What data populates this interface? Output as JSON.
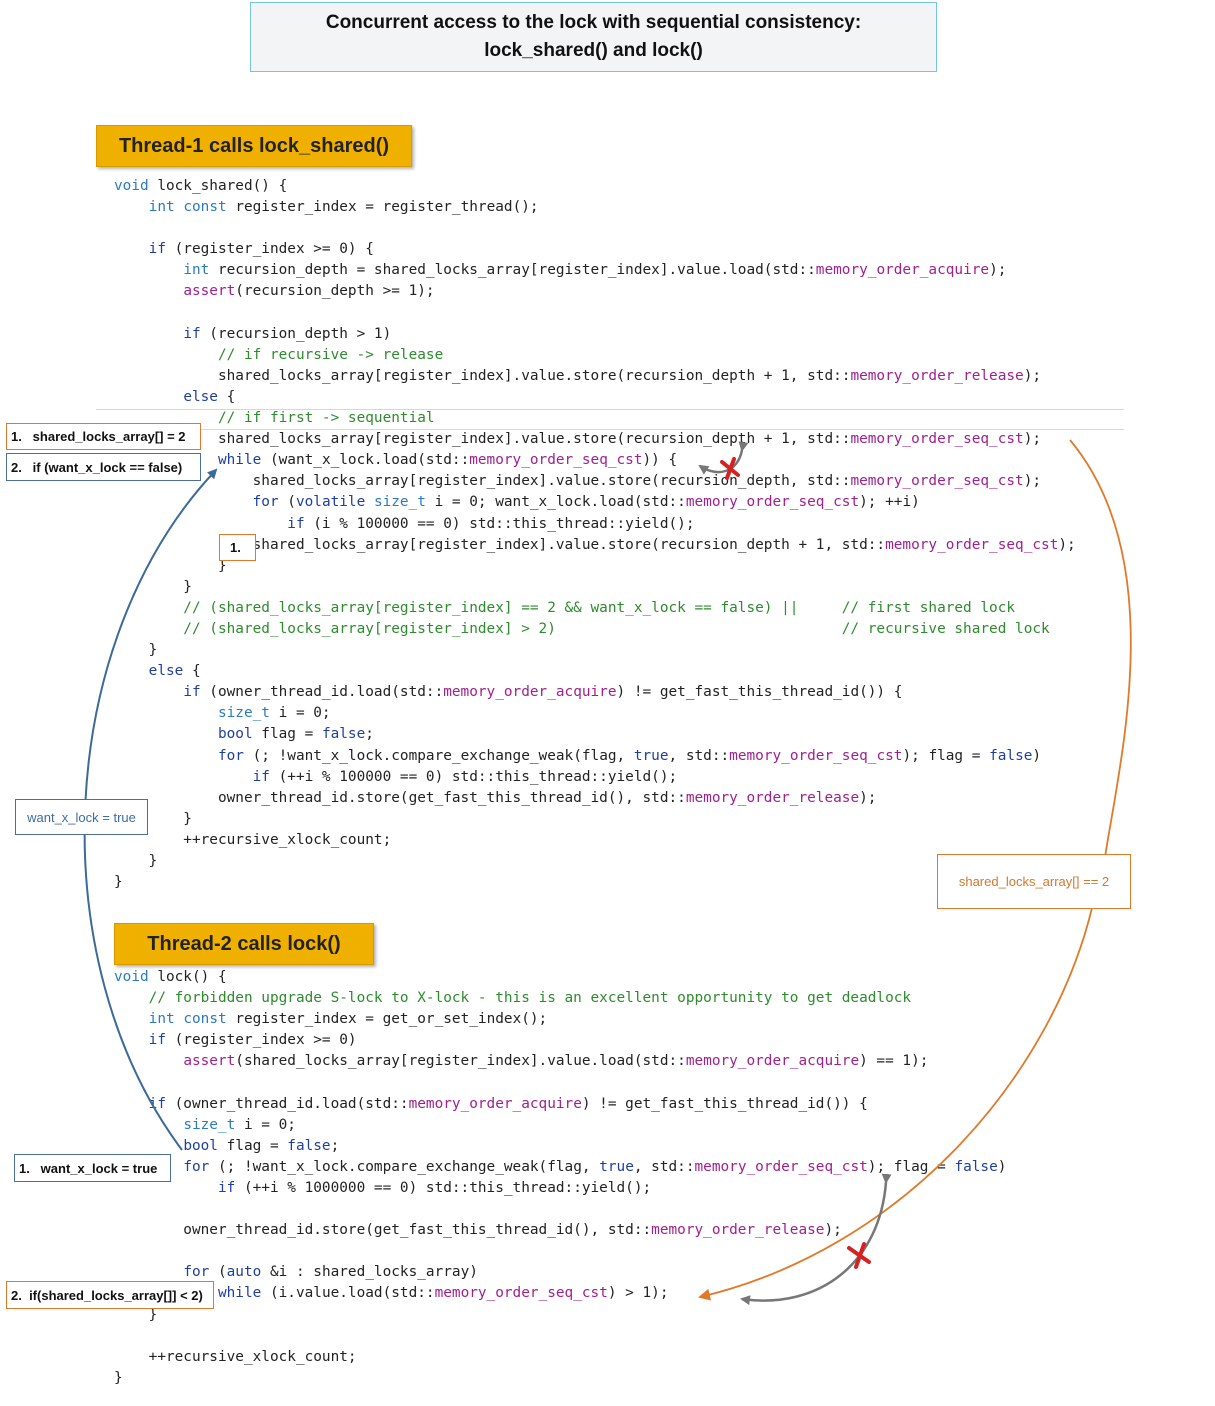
{
  "title": {
    "line1": "Concurrent access to the lock with sequential consistency:",
    "line2": "lock_shared()  and  lock()"
  },
  "thread1_banner": "Thread-1 calls  lock_shared()",
  "thread2_banner": "Thread-2 calls  lock()",
  "code1": [
    [
      [
        "t",
        "void"
      ],
      [
        "p",
        " lock_shared() {"
      ]
    ],
    [
      [
        "p",
        "    "
      ],
      [
        "t",
        "int"
      ],
      [
        "p",
        " "
      ],
      [
        "t",
        "const"
      ],
      [
        "p",
        " register_index = register_thread();"
      ]
    ],
    [],
    [
      [
        "p",
        "    "
      ],
      [
        "k",
        "if"
      ],
      [
        "p",
        " (register_index >= 0) {"
      ]
    ],
    [
      [
        "p",
        "        "
      ],
      [
        "t",
        "int"
      ],
      [
        "p",
        " recursion_depth = shared_locks_array[register_index].value.load(std::"
      ],
      [
        "f",
        "memory_order_acquire"
      ],
      [
        "p",
        ");"
      ]
    ],
    [
      [
        "p",
        "        "
      ],
      [
        "f",
        "assert"
      ],
      [
        "p",
        "(recursion_depth >= 1);"
      ]
    ],
    [],
    [
      [
        "p",
        "        "
      ],
      [
        "k",
        "if"
      ],
      [
        "p",
        " (recursion_depth > 1)"
      ]
    ],
    [
      [
        "c",
        "            // if recursive -> release"
      ]
    ],
    [
      [
        "p",
        "            shared_locks_array[register_index].value.store(recursion_depth + 1, std::"
      ],
      [
        "f",
        "memory_order_release"
      ],
      [
        "p",
        ");"
      ]
    ],
    [
      [
        "p",
        "        "
      ],
      [
        "k",
        "else"
      ],
      [
        "p",
        " {"
      ]
    ],
    [
      [
        "c",
        "            // if first -> sequential"
      ]
    ],
    [
      [
        "p",
        "            shared_locks_array[register_index].value.store(recursion_depth + 1, std::"
      ],
      [
        "f",
        "memory_order_seq_cst"
      ],
      [
        "p",
        ");"
      ]
    ],
    [
      [
        "p",
        "            "
      ],
      [
        "k",
        "while"
      ],
      [
        "p",
        " (want_x_lock.load(std::"
      ],
      [
        "f",
        "memory_order_seq_cst"
      ],
      [
        "p",
        ")) {"
      ]
    ],
    [
      [
        "p",
        "                shared_locks_array[register_index].value.store(recursion_depth, std::"
      ],
      [
        "f",
        "memory_order_seq_cst"
      ],
      [
        "p",
        ");"
      ]
    ],
    [
      [
        "p",
        "                "
      ],
      [
        "k",
        "for"
      ],
      [
        "p",
        " ("
      ],
      [
        "k",
        "volatile"
      ],
      [
        "p",
        " "
      ],
      [
        "t",
        "size_t"
      ],
      [
        "p",
        " i = 0; want_x_lock.load(std::"
      ],
      [
        "f",
        "memory_order_seq_cst"
      ],
      [
        "p",
        "); ++i)"
      ]
    ],
    [
      [
        "p",
        "                    "
      ],
      [
        "k",
        "if"
      ],
      [
        "p",
        " (i % 100000 == 0) std::this_thread::yield();"
      ]
    ],
    [
      [
        "p",
        "                shared_locks_array[register_index].value.store(recursion_depth + 1, std::"
      ],
      [
        "f",
        "memory_order_seq_cst"
      ],
      [
        "p",
        ");"
      ]
    ],
    [
      [
        "p",
        "            }"
      ]
    ],
    [
      [
        "p",
        "        }"
      ]
    ],
    [
      [
        "c",
        "        // (shared_locks_array[register_index] == 2 && want_x_lock == false) ||     // first shared lock"
      ]
    ],
    [
      [
        "c",
        "        // (shared_locks_array[register_index] > 2)                                 // recursive shared lock"
      ]
    ],
    [
      [
        "p",
        "    }"
      ]
    ],
    [
      [
        "p",
        "    "
      ],
      [
        "k",
        "else"
      ],
      [
        "p",
        " {"
      ]
    ],
    [
      [
        "p",
        "        "
      ],
      [
        "k",
        "if"
      ],
      [
        "p",
        " (owner_thread_id.load(std::"
      ],
      [
        "f",
        "memory_order_acquire"
      ],
      [
        "p",
        ") != get_fast_this_thread_id()) {"
      ]
    ],
    [
      [
        "p",
        "            "
      ],
      [
        "t",
        "size_t"
      ],
      [
        "p",
        " i = 0;"
      ]
    ],
    [
      [
        "p",
        "            "
      ],
      [
        "k",
        "bool"
      ],
      [
        "p",
        " flag = "
      ],
      [
        "k",
        "false"
      ],
      [
        "p",
        ";"
      ]
    ],
    [
      [
        "p",
        "            "
      ],
      [
        "k",
        "for"
      ],
      [
        "p",
        " (; !want_x_lock.compare_exchange_weak(flag, "
      ],
      [
        "k",
        "true"
      ],
      [
        "p",
        ", std::"
      ],
      [
        "f",
        "memory_order_seq_cst"
      ],
      [
        "p",
        "); flag = "
      ],
      [
        "k",
        "false"
      ],
      [
        "p",
        ")"
      ]
    ],
    [
      [
        "p",
        "                "
      ],
      [
        "k",
        "if"
      ],
      [
        "p",
        " (++i % 100000 == 0) std::this_thread::yield();"
      ]
    ],
    [
      [
        "p",
        "            owner_thread_id.store(get_fast_this_thread_id(), std::"
      ],
      [
        "f",
        "memory_order_release"
      ],
      [
        "p",
        ");"
      ]
    ],
    [
      [
        "p",
        "        }"
      ]
    ],
    [
      [
        "p",
        "        ++recursive_xlock_count;"
      ]
    ],
    [
      [
        "p",
        "    }"
      ]
    ],
    [
      [
        "p",
        "}"
      ]
    ]
  ],
  "code2": [
    [
      [
        "t",
        "void"
      ],
      [
        "p",
        " lock() {"
      ]
    ],
    [
      [
        "c",
        "    // forbidden upgrade S-lock to X-lock - this is an excellent opportunity to get deadlock"
      ]
    ],
    [
      [
        "p",
        "    "
      ],
      [
        "t",
        "int"
      ],
      [
        "p",
        " "
      ],
      [
        "t",
        "const"
      ],
      [
        "p",
        " register_index = get_or_set_index();"
      ]
    ],
    [
      [
        "p",
        "    "
      ],
      [
        "k",
        "if"
      ],
      [
        "p",
        " (register_index >= 0)"
      ]
    ],
    [
      [
        "p",
        "        "
      ],
      [
        "f",
        "assert"
      ],
      [
        "p",
        "(shared_locks_array[register_index].value.load(std::"
      ],
      [
        "f",
        "memory_order_acquire"
      ],
      [
        "p",
        ") == 1);"
      ]
    ],
    [],
    [
      [
        "p",
        "    "
      ],
      [
        "k",
        "if"
      ],
      [
        "p",
        " (owner_thread_id.load(std::"
      ],
      [
        "f",
        "memory_order_acquire"
      ],
      [
        "p",
        ") != get_fast_this_thread_id()) {"
      ]
    ],
    [
      [
        "p",
        "        "
      ],
      [
        "t",
        "size_t"
      ],
      [
        "p",
        " i = 0;"
      ]
    ],
    [
      [
        "p",
        "        "
      ],
      [
        "k",
        "bool"
      ],
      [
        "p",
        " flag = "
      ],
      [
        "k",
        "false"
      ],
      [
        "p",
        ";"
      ]
    ],
    [
      [
        "p",
        "        "
      ],
      [
        "k",
        "for"
      ],
      [
        "p",
        " (; !want_x_lock.compare_exchange_weak(flag, "
      ],
      [
        "k",
        "true"
      ],
      [
        "p",
        ", std::"
      ],
      [
        "f",
        "memory_order_seq_cst"
      ],
      [
        "p",
        "); flag = "
      ],
      [
        "k",
        "false"
      ],
      [
        "p",
        ")"
      ]
    ],
    [
      [
        "p",
        "            "
      ],
      [
        "k",
        "if"
      ],
      [
        "p",
        " (++i % 1000000 == 0) std::this_thread::yield();"
      ]
    ],
    [],
    [
      [
        "p",
        "        owner_thread_id.store(get_fast_this_thread_id(), std::"
      ],
      [
        "f",
        "memory_order_release"
      ],
      [
        "p",
        ");"
      ]
    ],
    [],
    [
      [
        "p",
        "        "
      ],
      [
        "k",
        "for"
      ],
      [
        "p",
        " ("
      ],
      [
        "k",
        "auto"
      ],
      [
        "p",
        " &i : shared_locks_array)"
      ]
    ],
    [
      [
        "p",
        "            "
      ],
      [
        "k",
        "while"
      ],
      [
        "p",
        " (i.value.load(std::"
      ],
      [
        "f",
        "memory_order_seq_cst"
      ],
      [
        "p",
        ") > 1);"
      ]
    ],
    [
      [
        "p",
        "    }"
      ]
    ],
    [],
    [
      [
        "p",
        "    ++recursive_xlock_count;"
      ]
    ],
    [
      [
        "p",
        "}"
      ]
    ]
  ],
  "notes": {
    "t1_step1": "1.   shared_locks_array[] = 2",
    "t1_step2": "2.   if (want_x_lock == false)",
    "t1_step1b": "1.",
    "want_true": "want_x_lock = true",
    "shared_eq_2": "shared_locks_array[] == 2",
    "t2_step1": "1.   want_x_lock = true",
    "t2_step2": "2.  if(shared_locks_array[]] < 2)"
  },
  "colors": {
    "blue_arrow": "#3c6a99",
    "orange_arrow": "#e07a2a",
    "gray_arrow": "#777777",
    "red_cross": "#d42222",
    "banner": "#f0b000"
  }
}
